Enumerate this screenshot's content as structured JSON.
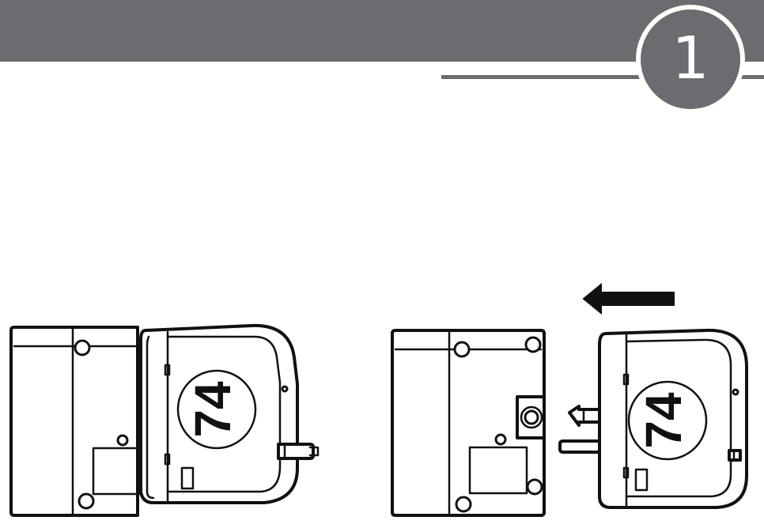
{
  "step": {
    "number": "1"
  },
  "illustrations": {
    "left_assembly": {
      "label": "74"
    },
    "right_assembly": {
      "label": "74"
    }
  },
  "icons": {
    "direction_arrow": "arrow-left-icon"
  },
  "colors": {
    "header_gray": "#6b6c70",
    "ink": "#111111",
    "background": "#ffffff"
  }
}
